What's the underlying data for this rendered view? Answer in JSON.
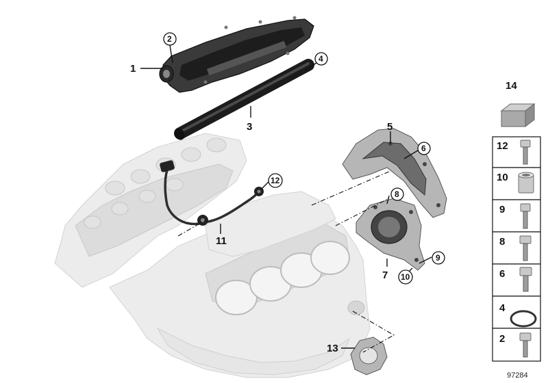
{
  "callouts": {
    "c1": "1",
    "c2": "2",
    "c3": "3",
    "c4": "4",
    "c5": "5",
    "c6": "6",
    "c7": "7",
    "c8": "8",
    "c9": "9",
    "c10": "10",
    "c11": "11",
    "c12": "12",
    "c13": "13"
  },
  "legend": {
    "item14": "14",
    "item12": "12",
    "item10": "10",
    "item9": "9",
    "item8": "8",
    "item6": "6",
    "item4": "4",
    "item2": "2"
  },
  "diagram_id": "97284"
}
